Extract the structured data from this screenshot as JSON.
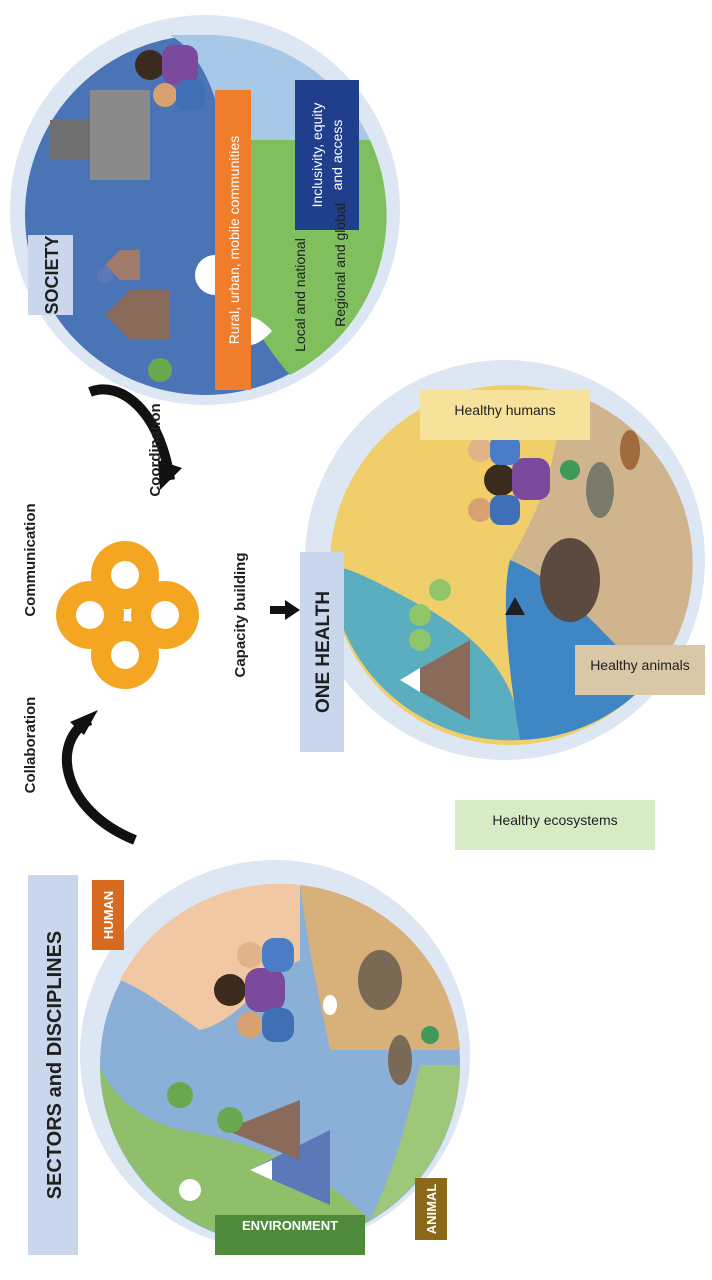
{
  "sectors": {
    "title": "SECTORS and DISCIPLINES",
    "environment_label": "ENVIRONMENT",
    "human_label": "HUMAN",
    "animal_label": "ANIMAL"
  },
  "process": {
    "collaboration": "Collaboration",
    "communication": "Communication",
    "coordination": "Coordination",
    "capacity_building": "Capacity building"
  },
  "society": {
    "title": "SOCIETY",
    "communities_label": "Rural, urban, mobile communities",
    "inclusivity_line1": "Inclusivity, equity",
    "inclusivity_line2": "and access",
    "local_label": "Local and national",
    "regional_label": "Regional and global"
  },
  "one_health": {
    "title": "ONE HEALTH",
    "ecosystems_label": "Healthy ecosystems",
    "humans_label": "Healthy humans",
    "animals_label": "Healthy animals"
  },
  "colors": {
    "label_bg": "#c9d6ec",
    "environment_green": "#4e8a3a",
    "human_orange": "#d86a1f",
    "animal_brown": "#8a6a1a",
    "society_blue": "#1f3f8c",
    "communities_orange": "#ef7d2b",
    "gear": "#f4a623"
  }
}
